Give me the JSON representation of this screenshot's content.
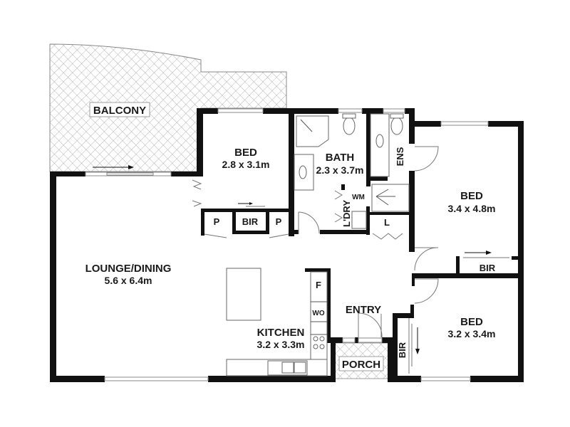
{
  "plan": {
    "rooms": [
      {
        "id": "balcony",
        "name": "BALCONY",
        "dims": ""
      },
      {
        "id": "bed1",
        "name": "BED",
        "dims": "2.8 x 3.1m"
      },
      {
        "id": "bath",
        "name": "BATH",
        "dims": "2.3 x 3.7m"
      },
      {
        "id": "ens",
        "name": "ENS",
        "dims": ""
      },
      {
        "id": "bed2",
        "name": "BED",
        "dims": "3.4 x 4.8m"
      },
      {
        "id": "lounge",
        "name": "LOUNGE/DINING",
        "dims": "5.6 x 6.4m"
      },
      {
        "id": "kitchen",
        "name": "KITCHEN",
        "dims": "3.2 x 3.3m"
      },
      {
        "id": "entry",
        "name": "ENTRY",
        "dims": ""
      },
      {
        "id": "porch",
        "name": "PORCH",
        "dims": ""
      },
      {
        "id": "bed3",
        "name": "BED",
        "dims": "3.2 x 3.4m"
      }
    ],
    "storage": {
      "pantry_left": "P",
      "bir_bed1": "BIR",
      "pantry_right": "P",
      "laundry": "L'DRY",
      "washing_machine": "WM",
      "linen": "L",
      "bir_bed2": "BIR",
      "bir_bed3": "BIR",
      "fridge": "F",
      "wall_oven": "WO"
    },
    "colors": {
      "wall": "#111111",
      "hatch": "#9a9a9a",
      "background": "#ffffff"
    }
  }
}
